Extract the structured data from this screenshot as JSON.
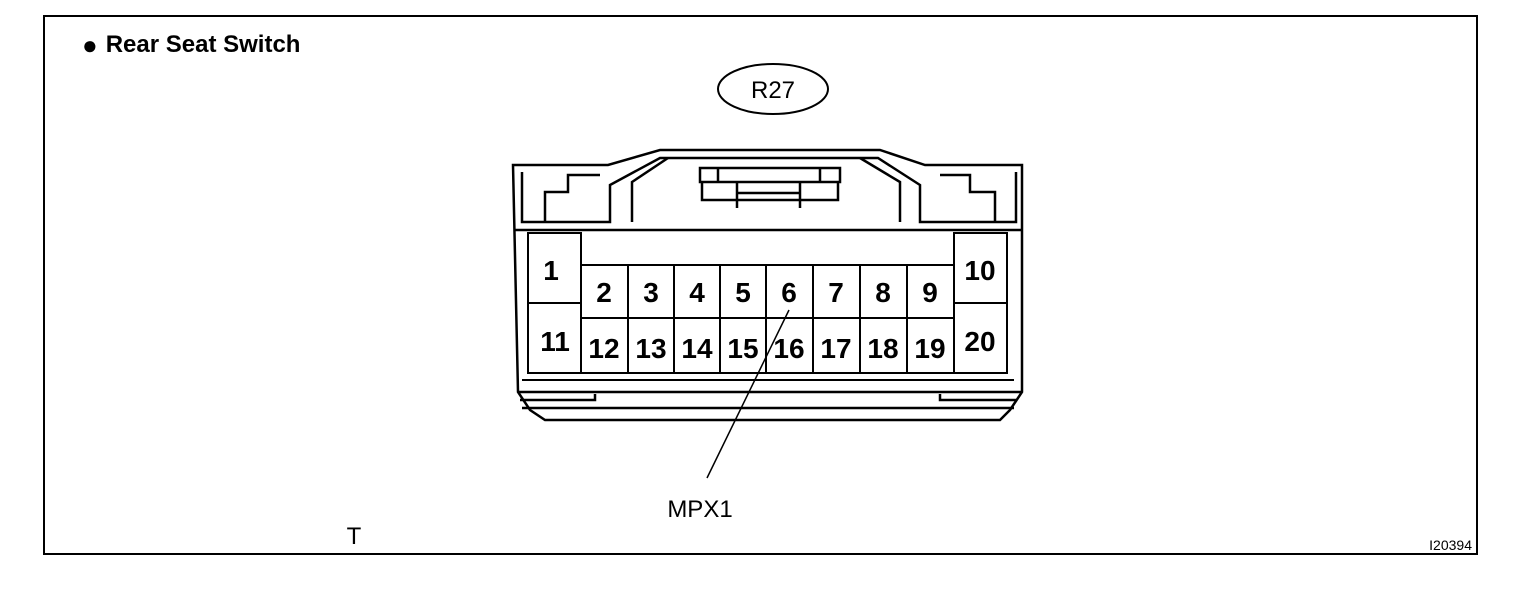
{
  "title": "Rear Seat Switch",
  "connector_code": "R27",
  "pins": [
    "1",
    "2",
    "3",
    "4",
    "5",
    "6",
    "7",
    "8",
    "9",
    "10",
    "11",
    "12",
    "13",
    "14",
    "15",
    "16",
    "17",
    "18",
    "19",
    "20"
  ],
  "callout": {
    "pin": "6",
    "label": "MPX1"
  },
  "corner_mark": "T",
  "figure_id": "I20394"
}
